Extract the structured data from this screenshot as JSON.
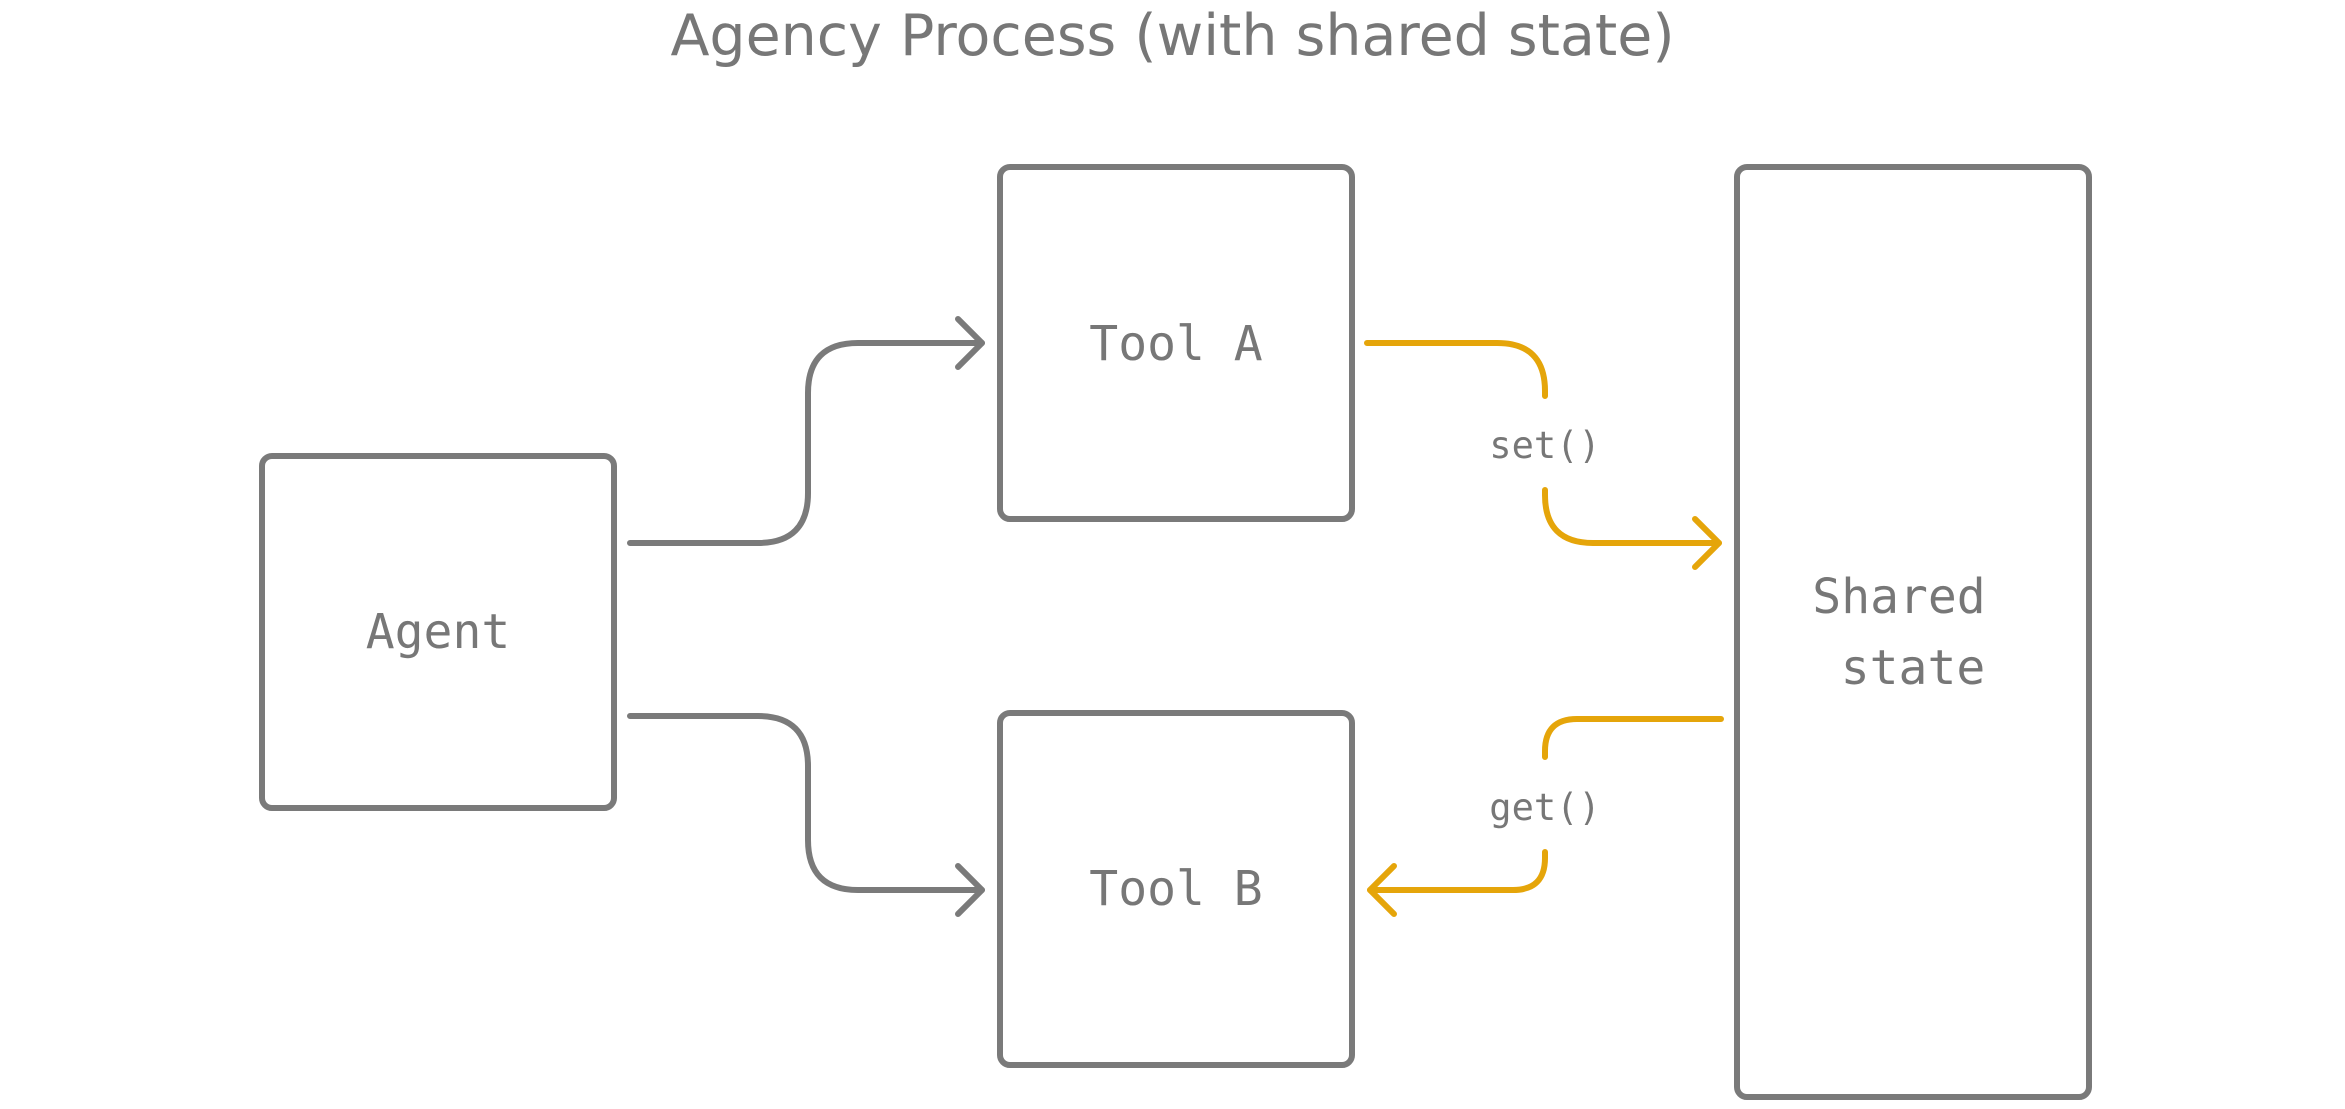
{
  "title": "Agency Process (with shared state)",
  "nodes": {
    "agent": "Agent",
    "tool_a": "Tool A",
    "tool_b": "Tool B",
    "shared_state": [
      "Shared",
      "state"
    ]
  },
  "edges": {
    "set_label": "set()",
    "get_label": "get()"
  },
  "colors": {
    "neutral": "#7a7a7a",
    "accent": "#e5a50a"
  }
}
